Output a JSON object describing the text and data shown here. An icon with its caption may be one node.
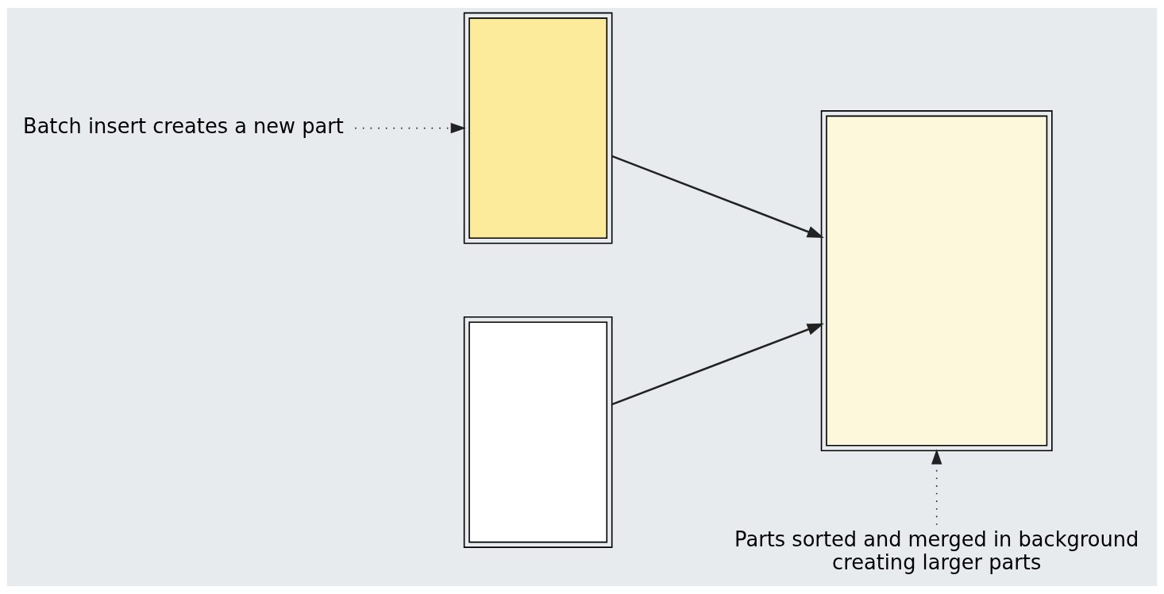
{
  "diagram": {
    "nodes": [
      {
        "text": [
          "Batch insert creates a new part"
        ]
      },
      {
        "text": [],
        "shape": "box"
      },
      {
        "text": [],
        "shape": "box"
      },
      {
        "text": [],
        "shape": "box"
      },
      {
        "text": [
          "Parts sorted and merged in background creating larger parts"
        ]
      }
    ],
    "edges": [
      {
        "from": 0,
        "to": 1,
        "arrow": "to",
        "style": "dashed"
      },
      {
        "from": 1,
        "to": 3,
        "arrow": "to"
      },
      {
        "from": 2,
        "to": 3,
        "arrow": "to"
      },
      {
        "from": 4,
        "to": 3,
        "arrow": "to",
        "style": "dashed"
      }
    ]
  }
}
